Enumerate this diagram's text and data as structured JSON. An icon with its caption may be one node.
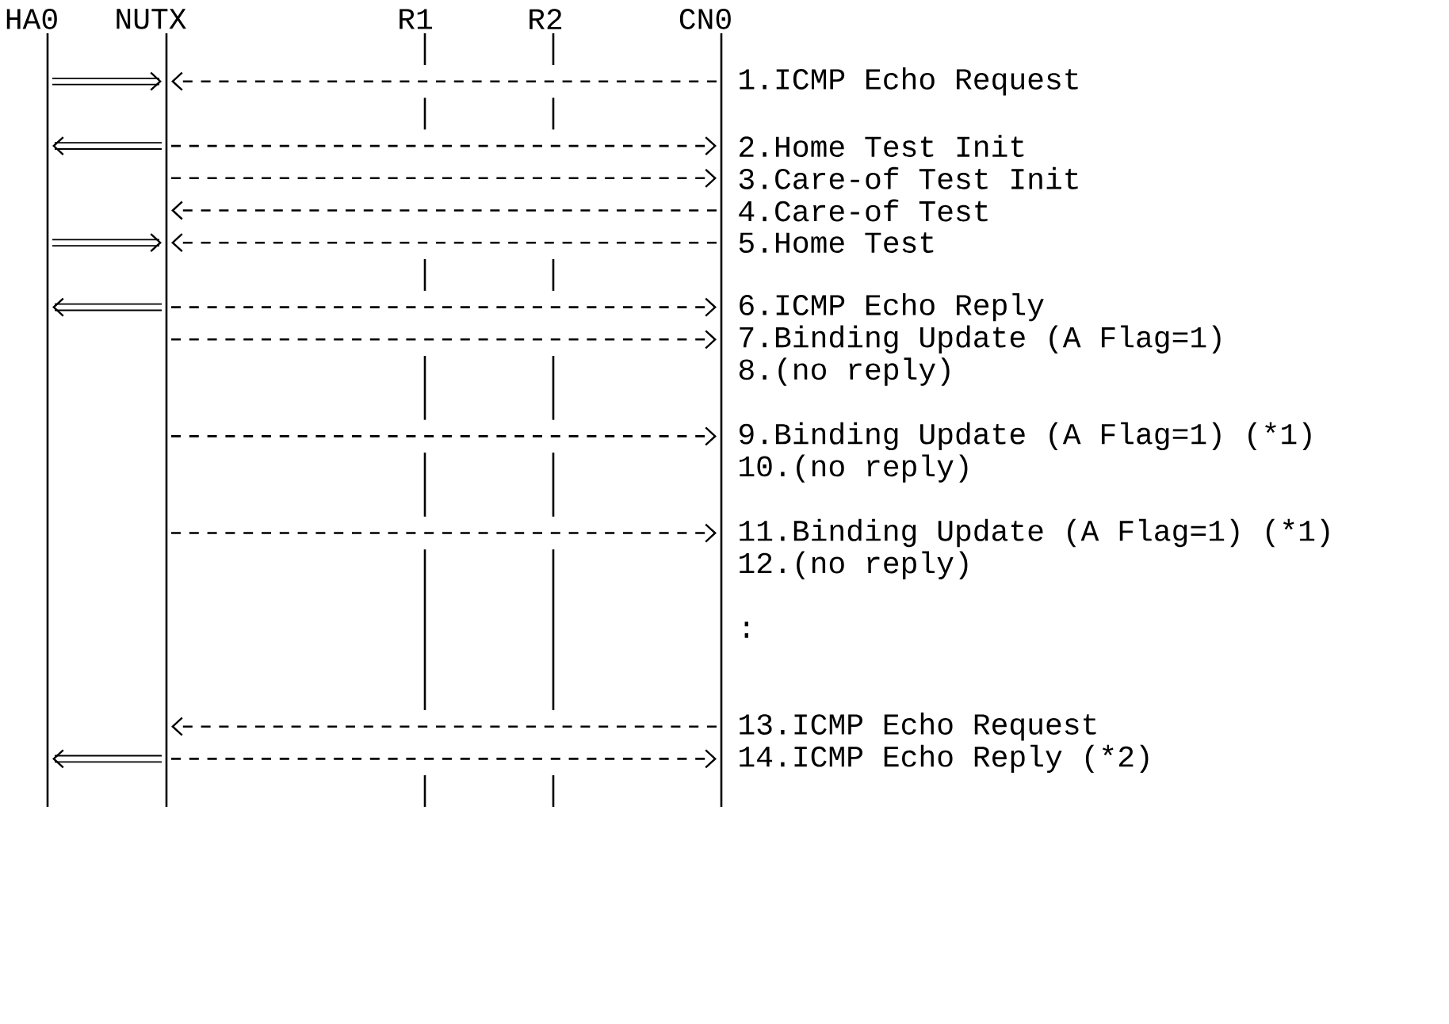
{
  "diagram": {
    "nodes": [
      {
        "text": [
          "HA0"
        ]
      },
      {
        "text": [
          "NUTX"
        ]
      },
      {
        "text": [
          "R1"
        ]
      },
      {
        "text": [
          "R2"
        ]
      },
      {
        "text": [
          "CN0"
        ]
      }
    ],
    "edges": [
      {
        "from": 0,
        "to": 1,
        "arrow": "to",
        "style": "thick"
      },
      {
        "from": 4,
        "to": 1,
        "arrow": "to",
        "style": "dashed"
      },
      {
        "from": 1,
        "to": 0,
        "arrow": "to",
        "style": "thick"
      },
      {
        "from": 1,
        "to": 4,
        "arrow": "to",
        "style": "dashed"
      },
      {
        "from": 1,
        "to": 4,
        "arrow": "to",
        "style": "dashed"
      },
      {
        "from": 4,
        "to": 1,
        "arrow": "to",
        "style": "dashed"
      },
      {
        "from": 0,
        "to": 1,
        "arrow": "to",
        "style": "thick"
      },
      {
        "from": 4,
        "to": 1,
        "arrow": "to",
        "style": "dashed"
      },
      {
        "from": 1,
        "to": 0,
        "arrow": "to",
        "style": "thick"
      },
      {
        "from": 1,
        "to": 4,
        "arrow": "to",
        "style": "dashed"
      },
      {
        "from": 1,
        "to": 4,
        "arrow": "to",
        "style": "dashed"
      },
      {
        "from": 1,
        "to": 4,
        "arrow": "to",
        "style": "dashed"
      },
      {
        "from": 1,
        "to": 4,
        "arrow": "to",
        "style": "dashed"
      },
      {
        "from": 4,
        "to": 1,
        "arrow": "to",
        "style": "dashed"
      },
      {
        "from": 1,
        "to": 0,
        "arrow": "to",
        "style": "thick"
      },
      {
        "from": 1,
        "to": 4,
        "arrow": "to",
        "style": "dashed"
      }
    ],
    "labels": [
      "1.ICMP Echo Request",
      "2.Home Test Init",
      "3.Care-of Test Init",
      "4.Care-of Test",
      "5.Home Test",
      "6.ICMP Echo Reply",
      "7.Binding Update (A Flag=1)",
      "8.(no reply)",
      "9.Binding Update (A Flag=1) (*1)",
      "10.(no reply)",
      "11.Binding Update (A Flag=1) (*1)",
      "12.(no reply)",
      ":",
      "13.ICMP Echo Request",
      "14.ICMP Echo Reply (*2)"
    ]
  }
}
